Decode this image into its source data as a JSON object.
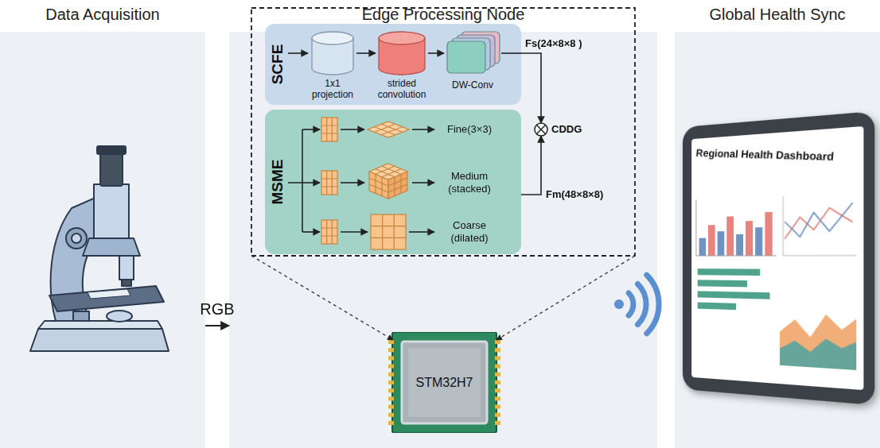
{
  "diagram": {
    "nodes": [
      {
        "text": [
          "Data Acquisition"
        ]
      },
      {
        "text": [
          "Edge Processing Node"
        ]
      },
      {
        "text": [
          "Global Health Sync"
        ]
      },
      {
        "text": [
          "SCFE"
        ],
        "in": 1
      },
      {
        "text": [
          "1x1 projection"
        ],
        "in": 3
      },
      {
        "text": [
          "strided convolution"
        ],
        "in": 3
      },
      {
        "text": [
          "DW-Conv"
        ],
        "in": 3
      },
      {
        "text": [
          "MSME"
        ],
        "in": 1
      },
      {
        "text": [
          "CDDG"
        ],
        "in": 1
      },
      {
        "text": [
          "STM32H7"
        ],
        "in": 1
      },
      {
        "text": [
          "Regional Health Dashboard"
        ],
        "in": 2
      }
    ],
    "edges": [
      {
        "from": 0,
        "to": 1,
        "label": "RGB",
        "arrow": "to"
      },
      {
        "from": 4,
        "to": 5,
        "arrow": "to"
      },
      {
        "from": 5,
        "to": 6,
        "arrow": "to"
      },
      {
        "from": 3,
        "to": 8,
        "arrow": "to"
      },
      {
        "from": 7,
        "to": 8,
        "arrow": "to"
      }
    ],
    "labels": [
      "Fs(24×8×8 )",
      "Fm(48×8×8)",
      "Fine(3×3)",
      "Medium (stacked)",
      "Coarse (dilated)"
    ]
  }
}
